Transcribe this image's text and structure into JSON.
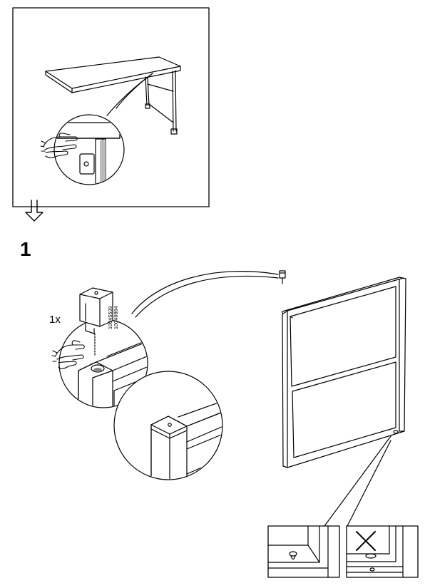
{
  "step": {
    "number": "1",
    "quantity": "1x",
    "part_numbers": [
      "10045539",
      "10048884"
    ]
  },
  "icons": {
    "pointing_hand": "hand-pointing-icon",
    "next_arrow": "arrow-down-icon",
    "wrong_mark": "cross-icon"
  },
  "colors": {
    "line": "#000000",
    "background": "#ffffff"
  }
}
